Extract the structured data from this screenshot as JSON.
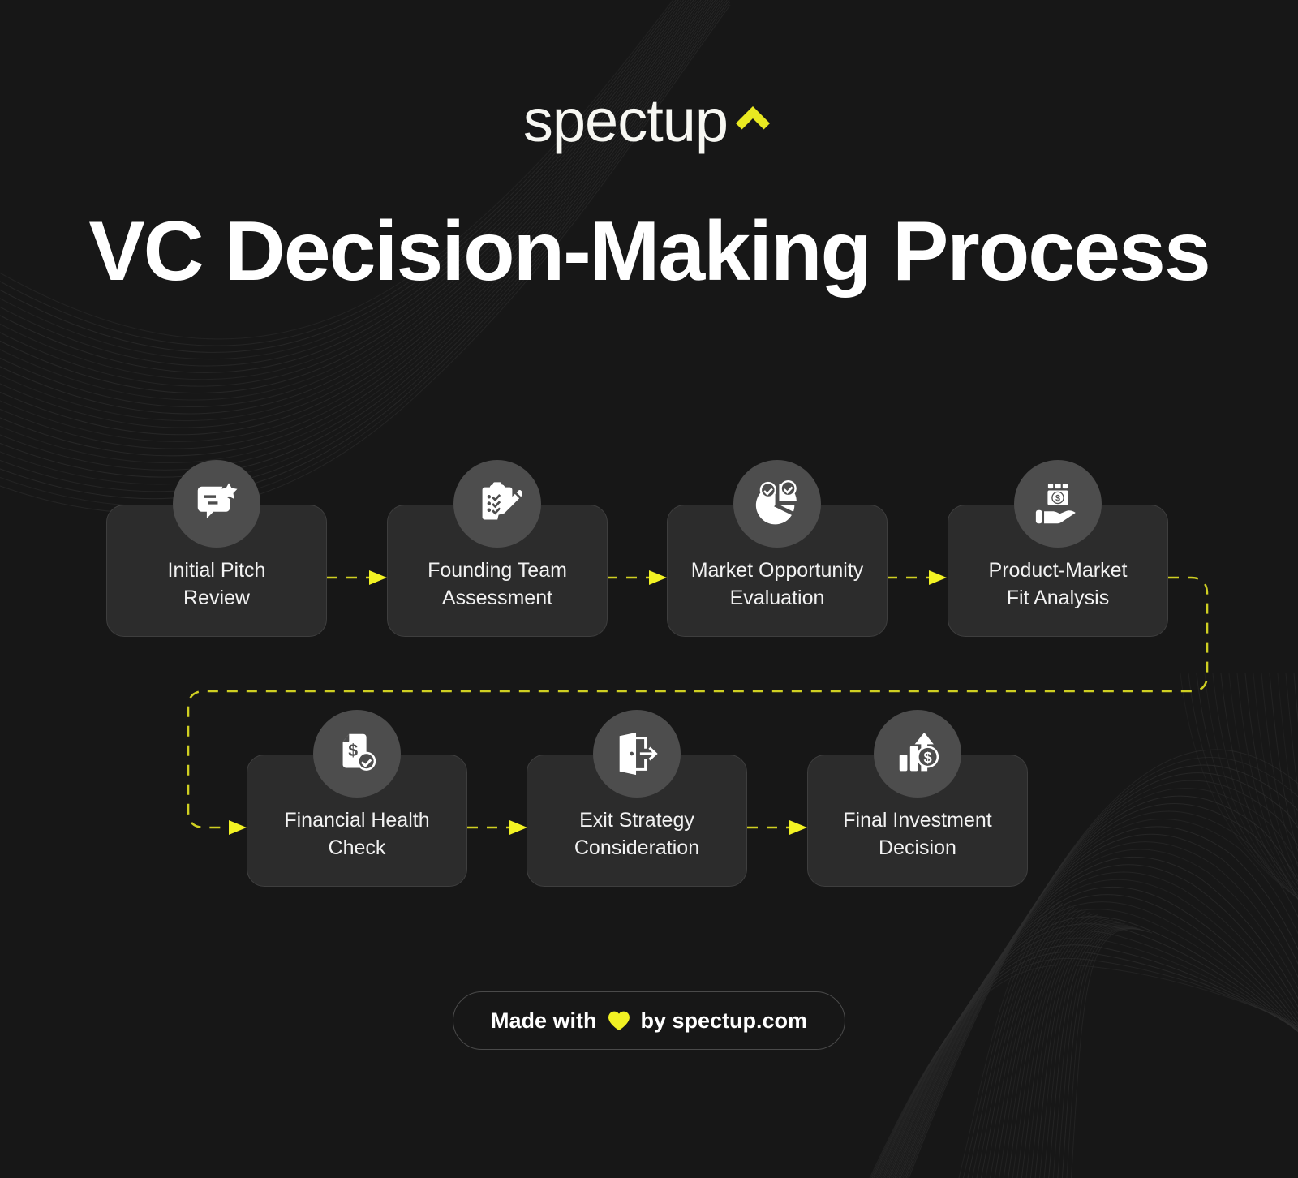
{
  "brand": {
    "name": "spectup",
    "caret_icon": "chevron-up-icon",
    "caret_color": "#e9e921"
  },
  "title": "VC Decision-Making\nProcess",
  "colors": {
    "background": "#171717",
    "card": "#2c2c2c",
    "card_border": "#3e3e3e",
    "icon_circle": "#4d4d4d",
    "accent_yellow": "#f2f223",
    "connector_dash": "#cfcf22",
    "text": "#f2f2f2"
  },
  "flow": {
    "steps": [
      {
        "id": 1,
        "label": "Initial Pitch\nReview",
        "icon": "speech-bubble-star-icon"
      },
      {
        "id": 2,
        "label": "Founding Team\nAssessment",
        "icon": "clipboard-pencil-icon"
      },
      {
        "id": 3,
        "label": "Market Opportunity\nEvaluation",
        "icon": "pie-chart-check-icon"
      },
      {
        "id": 4,
        "label": "Product-Market\nFit Analysis",
        "icon": "hand-money-bag-icon"
      },
      {
        "id": 5,
        "label": "Financial Health\nCheck",
        "icon": "document-dollar-check-icon"
      },
      {
        "id": 6,
        "label": "Exit Strategy\nConsideration",
        "icon": "exit-door-arrow-icon"
      },
      {
        "id": 7,
        "label": "Final Investment\nDecision",
        "icon": "bar-chart-dollar-growth-icon"
      }
    ]
  },
  "footer": {
    "prefix": "Made with",
    "heart_icon": "heart-icon",
    "suffix": "by spectup.com"
  }
}
